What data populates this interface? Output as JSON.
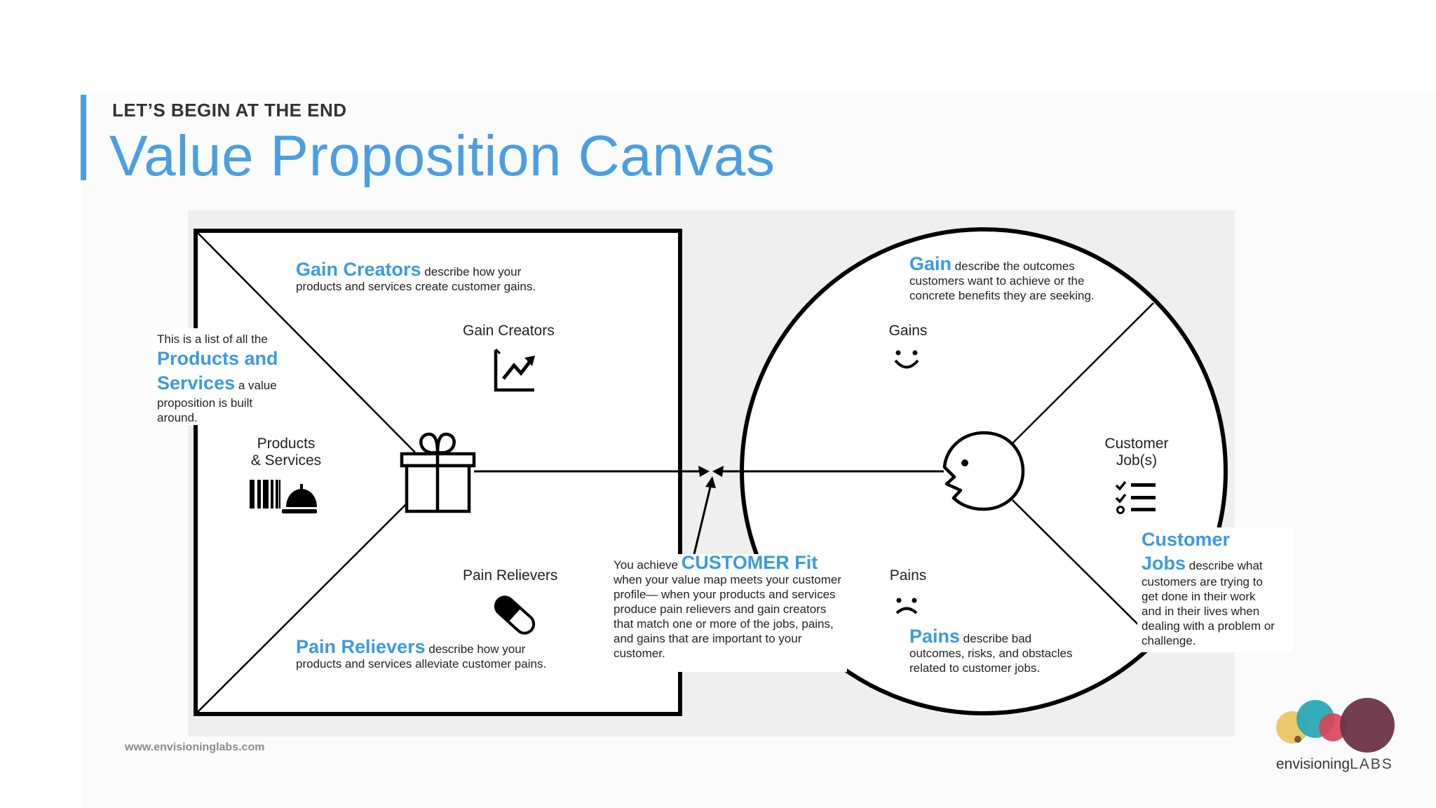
{
  "header": {
    "kicker": "LET’S BEGIN AT THE END",
    "title": "Value Proposition Canvas"
  },
  "value_map": {
    "gain_creators_note": {
      "heading": "Gain Creators",
      "text_1": "describe how your",
      "text_2": "products and services create customer gains."
    },
    "gain_creators_label": "Gain Creators",
    "products_note": {
      "prefix": "This is a list of all the",
      "heading_1": "Products and",
      "heading_2": "Services",
      "text_1": "a value",
      "text_2": "proposition is built",
      "text_3": "around."
    },
    "products_label_1": "Products",
    "products_label_2": "& Services",
    "pain_relievers_label": "Pain Relievers",
    "pain_relievers_note": {
      "heading": "Pain Relievers",
      "text_1": "describe how your",
      "text_2": "products and services alleviate customer pains."
    }
  },
  "fit_note": {
    "prefix": "You achieve",
    "heading": "CUSTOMER Fit",
    "lines": [
      "when your value map meets your customer",
      "profile— when your products and services",
      "produce pain relievers and gain creators",
      "that match one or more of the jobs, pains,",
      "and gains that are important to your",
      "customer."
    ]
  },
  "customer_profile": {
    "gain_note": {
      "heading": "Gain",
      "text_1": "describe the outcomes",
      "text_2": "customers want to achieve or the",
      "text_3": "concrete benefits they are seeking."
    },
    "gains_label": "Gains",
    "jobs_label_1": "Customer",
    "jobs_label_2": "Job(s)",
    "jobs_note": {
      "heading_1": "Customer",
      "heading_2": "Jobs",
      "text_1": "describe what",
      "lines": [
        "customers are trying to",
        "get done in their work",
        "and in their lives when",
        "dealing with a problem or",
        "challenge."
      ]
    },
    "pains_label": "Pains",
    "pains_note": {
      "heading": "Pains",
      "text_1": "describe bad",
      "text_2": "outcomes, risks, and obstacles",
      "text_3": "related to customer jobs."
    }
  },
  "footer": {
    "url": "www.envisioninglabs.com",
    "logo_word_1": "envisioning",
    "logo_word_2": "LABS"
  },
  "colors": {
    "accent": "#4a9fe3",
    "highlight": "#3b9be0",
    "logo_yellow": "#e9c763",
    "logo_teal": "#2aa9b4",
    "logo_red": "#d94456",
    "logo_plum": "#6b3547"
  },
  "icons": [
    "barcode-icon",
    "service-bell-icon",
    "gift-icon",
    "chart-up-icon",
    "pill-icon",
    "smiley-icon",
    "frown-icon",
    "checklist-icon",
    "face-profile-icon"
  ]
}
